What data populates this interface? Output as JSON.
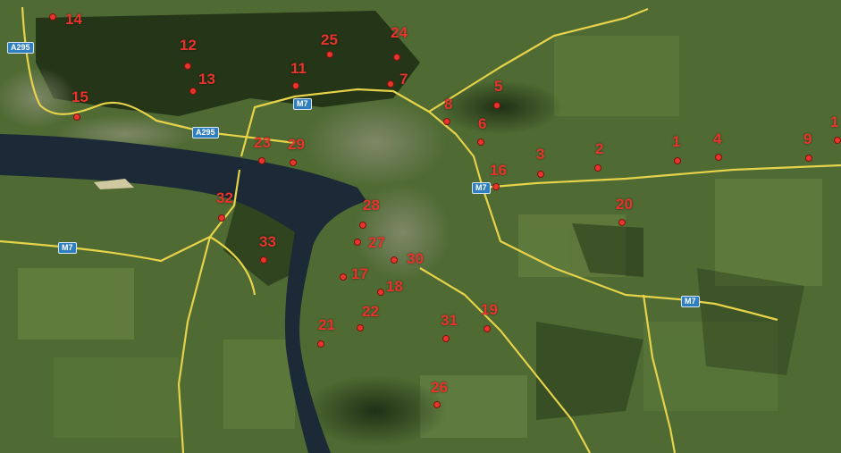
{
  "colors": {
    "point": "#e8342c",
    "road": "#e6d34a",
    "water": "#1b2a36",
    "shield": "#2f7fc0"
  },
  "road_shields": [
    {
      "label": "A295",
      "name": "road-shield-a295-west"
    },
    {
      "label": "M7",
      "name": "road-shield-m7-north"
    },
    {
      "label": "A295",
      "name": "road-shield-a295-center"
    },
    {
      "label": "M7",
      "name": "road-shield-m7-east"
    },
    {
      "label": "M7",
      "name": "road-shield-m7-west"
    },
    {
      "label": "M7",
      "name": "road-shield-m7-southeast"
    }
  ],
  "points": [
    {
      "label": "1"
    },
    {
      "label": "2"
    },
    {
      "label": "3"
    },
    {
      "label": "4"
    },
    {
      "label": "5"
    },
    {
      "label": "6"
    },
    {
      "label": "7"
    },
    {
      "label": "8"
    },
    {
      "label": "9"
    },
    {
      "label": "1"
    },
    {
      "label": "11"
    },
    {
      "label": "12"
    },
    {
      "label": "13"
    },
    {
      "label": "14"
    },
    {
      "label": "15"
    },
    {
      "label": "16"
    },
    {
      "label": "17"
    },
    {
      "label": "18"
    },
    {
      "label": "19"
    },
    {
      "label": "20"
    },
    {
      "label": "21"
    },
    {
      "label": "22"
    },
    {
      "label": "23"
    },
    {
      "label": "24"
    },
    {
      "label": "25"
    },
    {
      "label": "26"
    },
    {
      "label": "27"
    },
    {
      "label": "28"
    },
    {
      "label": "29"
    },
    {
      "label": "30"
    },
    {
      "label": "31"
    },
    {
      "label": "32"
    },
    {
      "label": "33"
    }
  ]
}
